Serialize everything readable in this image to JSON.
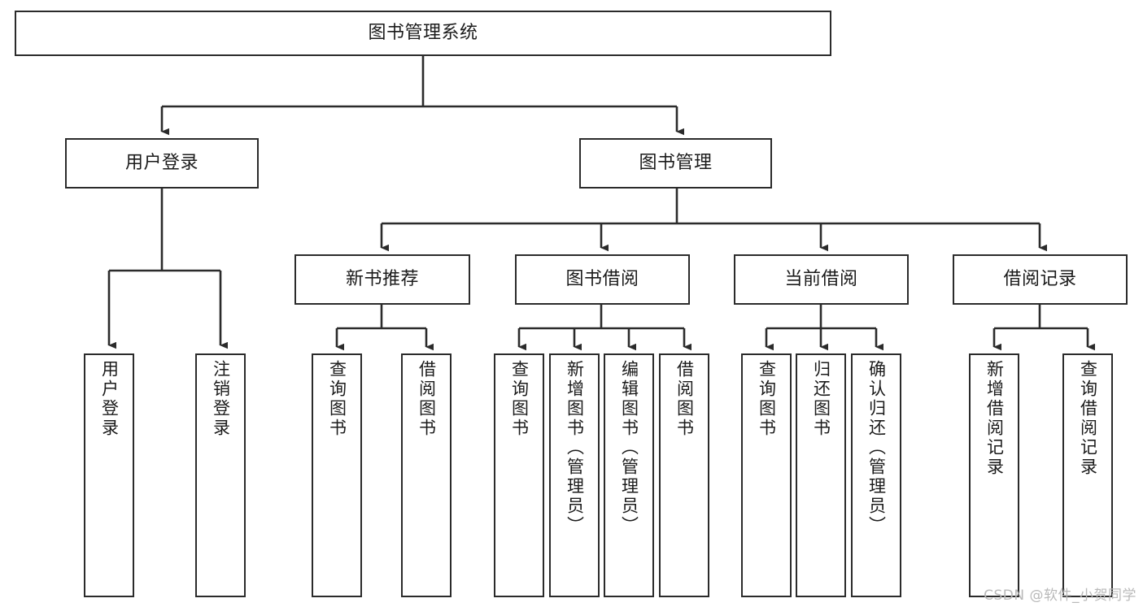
{
  "diagram": {
    "type": "tree-hierarchy-chart",
    "title": "图书管理系统",
    "root": {
      "id": "root",
      "label": "图书管理系统"
    },
    "level2": [
      {
        "id": "user-login",
        "label": "用户登录"
      },
      {
        "id": "book-manage",
        "label": "图书管理"
      }
    ],
    "level3": [
      {
        "id": "new-book-recommend",
        "label": "新书推荐",
        "parent": "book-manage"
      },
      {
        "id": "book-borrow",
        "label": "图书借阅",
        "parent": "book-manage"
      },
      {
        "id": "current-borrow",
        "label": "当前借阅",
        "parent": "book-manage"
      },
      {
        "id": "borrow-record",
        "label": "借阅记录",
        "parent": "book-manage"
      }
    ],
    "leaves": [
      {
        "id": "leaf-user-login",
        "label": "用户登录",
        "parent": "user-login"
      },
      {
        "id": "leaf-logout",
        "label": "注销登录",
        "parent": "user-login"
      },
      {
        "id": "leaf-query-book-1",
        "label": "查询图书",
        "parent": "new-book-recommend"
      },
      {
        "id": "leaf-borrow-book-1",
        "label": "借阅图书",
        "parent": "new-book-recommend"
      },
      {
        "id": "leaf-query-book-2",
        "label": "查询图书",
        "parent": "book-borrow"
      },
      {
        "id": "leaf-add-book",
        "label": "新增图书（管理员）",
        "parent": "book-borrow"
      },
      {
        "id": "leaf-edit-book",
        "label": "编辑图书（管理员）",
        "parent": "book-borrow"
      },
      {
        "id": "leaf-borrow-book-2",
        "label": "借阅图书",
        "parent": "book-borrow"
      },
      {
        "id": "leaf-query-book-3",
        "label": "查询图书",
        "parent": "current-borrow"
      },
      {
        "id": "leaf-return-book",
        "label": "归还图书",
        "parent": "current-borrow"
      },
      {
        "id": "leaf-confirm-return",
        "label": "确认归还（管理员）",
        "parent": "current-borrow"
      },
      {
        "id": "leaf-add-record",
        "label": "新增借阅记录",
        "parent": "borrow-record"
      },
      {
        "id": "leaf-query-record",
        "label": "查询借阅记录",
        "parent": "borrow-record"
      }
    ],
    "colors": {
      "stroke": "#2b2b2b",
      "fill": "#ffffff",
      "text": "#1b1b1b",
      "watermark": "#b9b9b9"
    }
  },
  "watermark": {
    "text": "CSDN @软件_小贺同学"
  }
}
